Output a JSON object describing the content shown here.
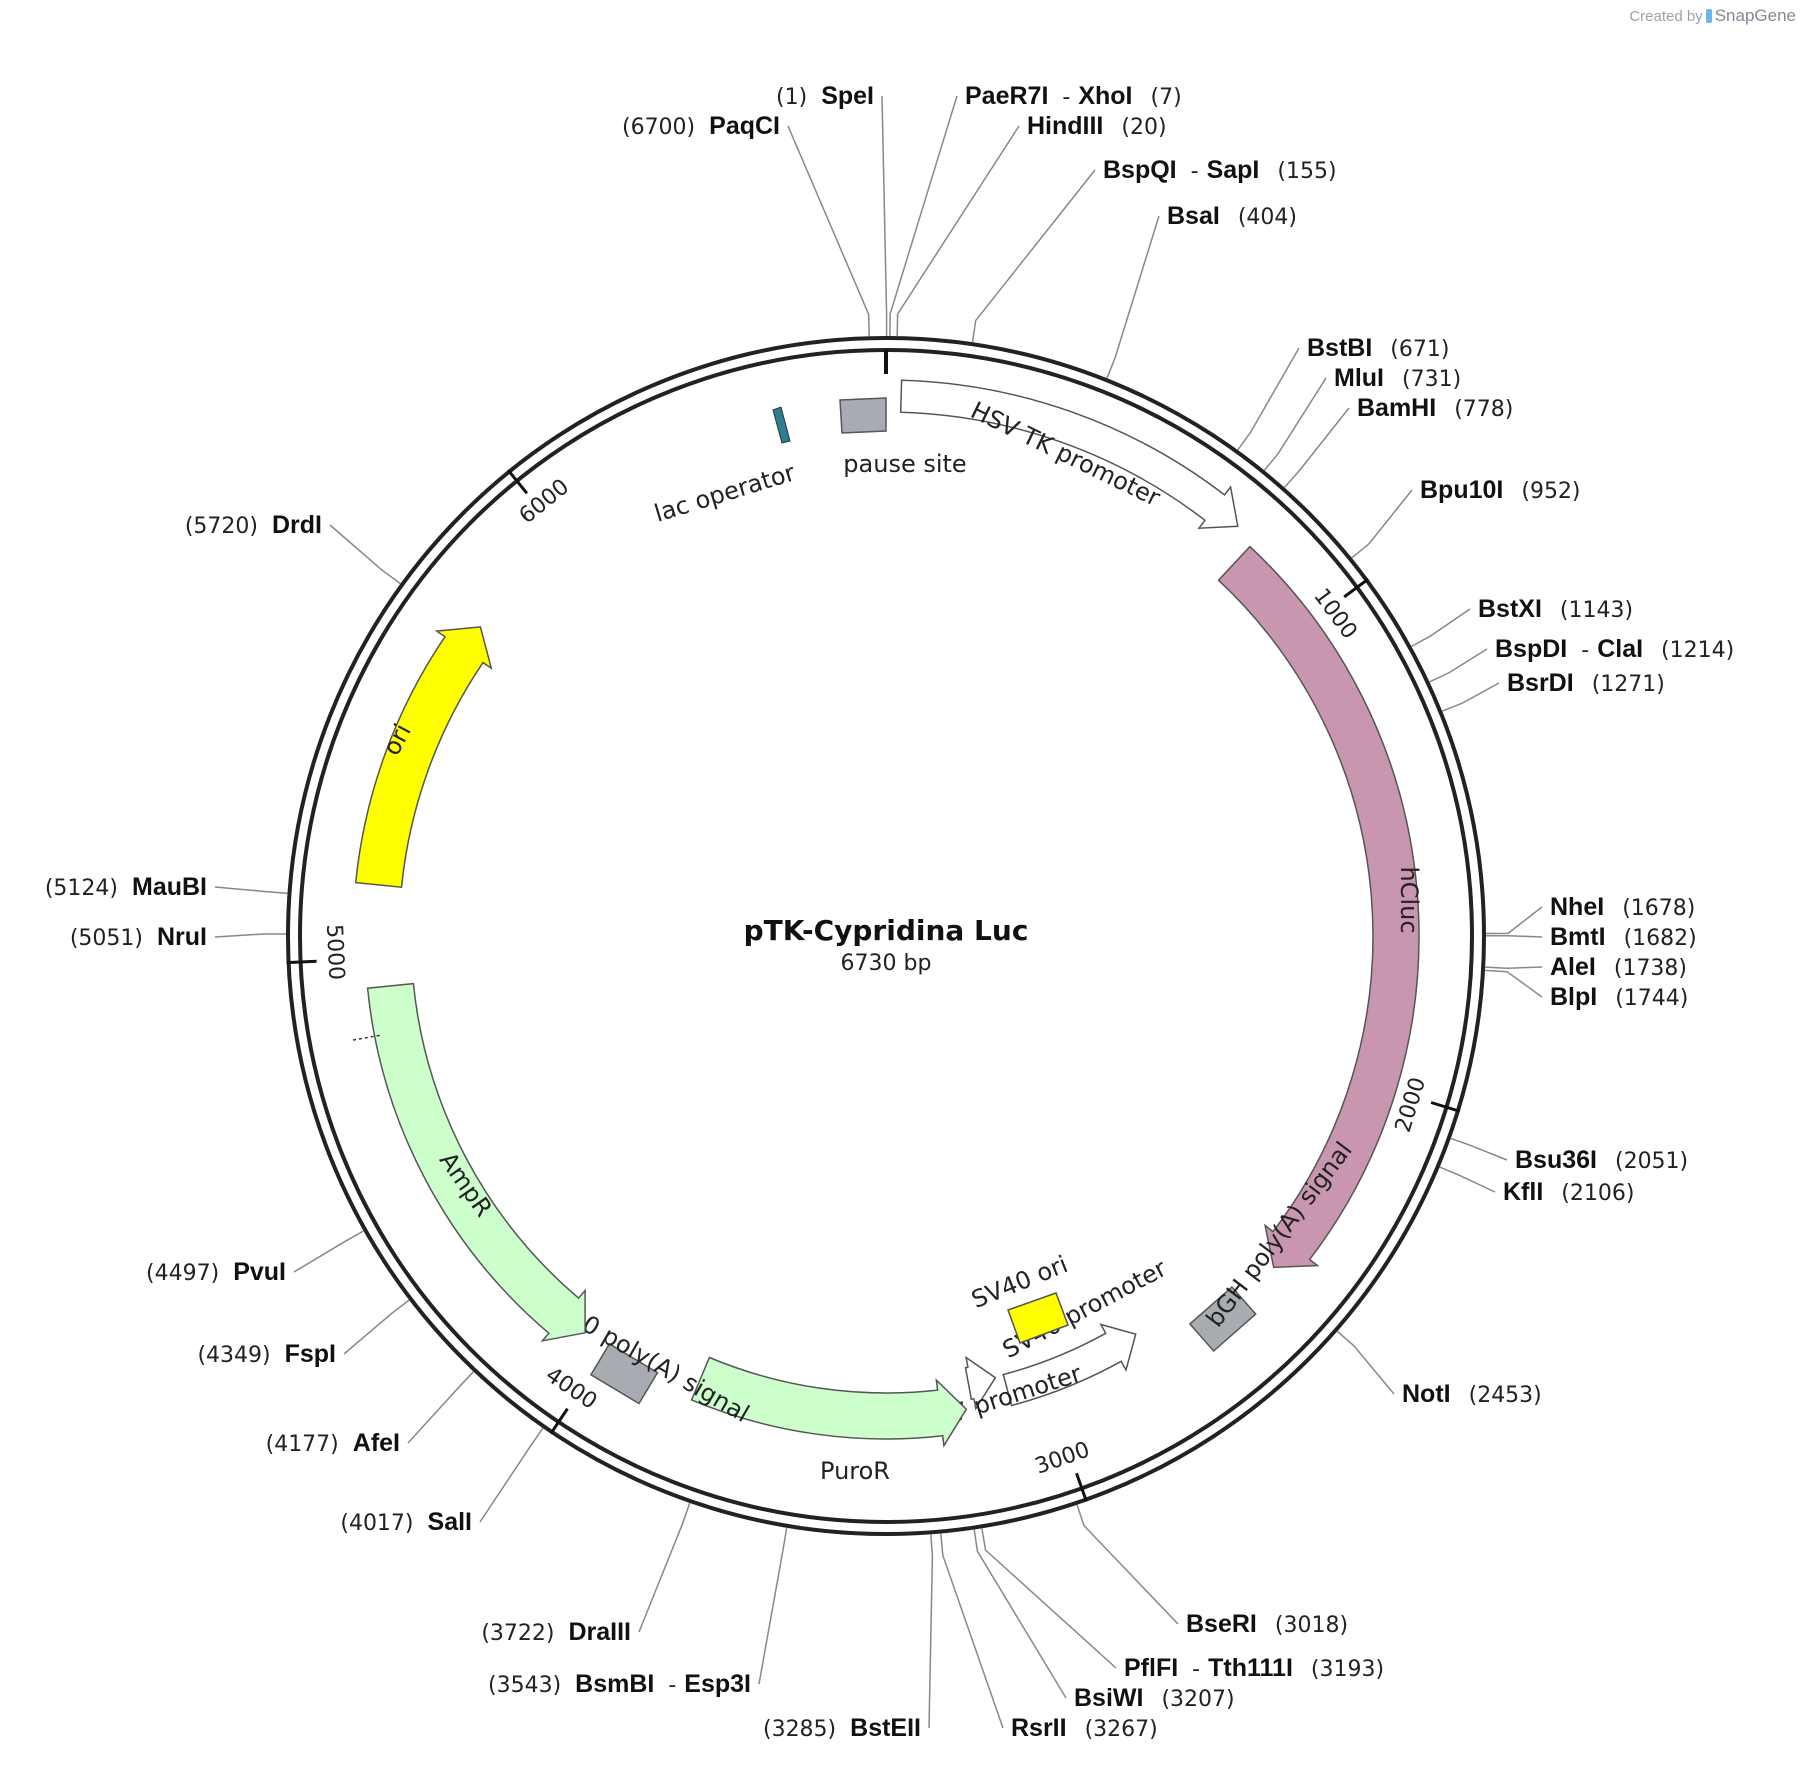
{
  "credit": {
    "prefix": "Created by",
    "brand": "SnapGene"
  },
  "plasmid": {
    "name": "pTK-Cypridina Luc",
    "size_label": "6730 bp",
    "length": 6730
  },
  "colors": {
    "backbone": "#222222",
    "hsv_tk_promoter": "#ffffff",
    "hcluc": "#c996b0",
    "ori": "#ffff00",
    "ampr": "#ccffcc",
    "puror": "#ccffcc",
    "em7_promoter": "#ffffff",
    "sv40_promoter": "#ffffff",
    "pause_site": "#a8acb2",
    "polyA": "#a8acb2",
    "sv40_ori": "#ffff00",
    "lac_operator": "#2b7f91"
  },
  "ticks": [
    {
      "pos": 1000,
      "label": "1000"
    },
    {
      "pos": 2000,
      "label": "2000"
    },
    {
      "pos": 3000,
      "label": "3000"
    },
    {
      "pos": 4000,
      "label": "4000"
    },
    {
      "pos": 5000,
      "label": "5000"
    },
    {
      "pos": 6000,
      "label": "6000"
    }
  ],
  "features": [
    {
      "name": "HSV TK promoter",
      "start": 30,
      "end": 760,
      "direction": 1,
      "type": "promoter"
    },
    {
      "name": "hCluc",
      "start": 805,
      "end": 2440,
      "direction": 1,
      "type": "cds"
    },
    {
      "name": "bGH poly(A) signal",
      "start": 2480,
      "end": 2705,
      "direction": 0,
      "type": "box"
    },
    {
      "name": "SV40 promoter",
      "start": 2765,
      "end": 3085,
      "direction": -1,
      "type": "promoter"
    },
    {
      "name": "EM7 promoter",
      "start": 3105,
      "end": 3170,
      "direction": -1,
      "type": "promoter"
    },
    {
      "name": "PuroR",
      "start": 3185,
      "end": 3790,
      "direction": -1,
      "type": "cds"
    },
    {
      "name": "SV40 ori",
      "start": 0,
      "end": 0,
      "direction": 0,
      "type": "inner"
    },
    {
      "name": "SV40 poly(A) signal",
      "start": 3880,
      "end": 4005,
      "direction": 0,
      "type": "box"
    },
    {
      "name": "AmpR",
      "start": 4060,
      "end": 4940,
      "direction": -1,
      "type": "cds"
    },
    {
      "name": "ori",
      "start": 5155,
      "end": 5745,
      "direction": 1,
      "type": "origin"
    },
    {
      "name": "lac operator",
      "start": 6600,
      "end": 6625,
      "direction": 0,
      "type": "box"
    },
    {
      "name": "pause site",
      "start": 6560,
      "end": 6720,
      "direction": 0,
      "type": "box"
    }
  ],
  "sites": [
    {
      "name": "SpeI",
      "pos_label": "(1)",
      "pos": 1,
      "anchor": "end"
    },
    {
      "name": "PaqCI",
      "pos_label": "(6700)",
      "pos": 6700,
      "anchor": "end"
    },
    {
      "name": "PaeR7I",
      "name2": "XhoI",
      "pos_label": "(7)",
      "pos": 7,
      "anchor": "start"
    },
    {
      "name": "HindIII",
      "pos_label": "(20)",
      "pos": 20,
      "anchor": "start"
    },
    {
      "name": "BspQI",
      "name2": "SapI",
      "pos_label": "(155)",
      "pos": 155,
      "anchor": "start"
    },
    {
      "name": "BsaI",
      "pos_label": "(404)",
      "pos": 404,
      "anchor": "start"
    },
    {
      "name": "BstBI",
      "pos_label": "(671)",
      "pos": 671,
      "anchor": "start"
    },
    {
      "name": "MluI",
      "pos_label": "(731)",
      "pos": 731,
      "anchor": "start"
    },
    {
      "name": "BamHI",
      "pos_label": "(778)",
      "pos": 778,
      "anchor": "start"
    },
    {
      "name": "Bpu10I",
      "pos_label": "(952)",
      "pos": 952,
      "anchor": "start"
    },
    {
      "name": "BstXI",
      "pos_label": "(1143)",
      "pos": 1143,
      "anchor": "start"
    },
    {
      "name": "BspDI",
      "name2": "ClaI",
      "pos_label": "(1214)",
      "pos": 1214,
      "anchor": "start"
    },
    {
      "name": "BsrDI",
      "pos_label": "(1271)",
      "pos": 1271,
      "anchor": "start"
    },
    {
      "name": "NheI",
      "pos_label": "(1678)",
      "pos": 1678,
      "anchor": "start"
    },
    {
      "name": "BmtI",
      "pos_label": "(1682)",
      "pos": 1682,
      "anchor": "start"
    },
    {
      "name": "AleI",
      "pos_label": "(1738)",
      "pos": 1738,
      "anchor": "start"
    },
    {
      "name": "BlpI",
      "pos_label": "(1744)",
      "pos": 1744,
      "anchor": "start"
    },
    {
      "name": "Bsu36I",
      "pos_label": "(2051)",
      "pos": 2051,
      "anchor": "start"
    },
    {
      "name": "KflI",
      "pos_label": "(2106)",
      "pos": 2106,
      "anchor": "start"
    },
    {
      "name": "NotI",
      "pos_label": "(2453)",
      "pos": 2453,
      "anchor": "start"
    },
    {
      "name": "BseRI",
      "pos_label": "(3018)",
      "pos": 3018,
      "anchor": "start"
    },
    {
      "name": "PflFI",
      "name2": "Tth111I",
      "pos_label": "(3193)",
      "pos": 3193,
      "anchor": "start"
    },
    {
      "name": "BsiWI",
      "pos_label": "(3207)",
      "pos": 3207,
      "anchor": "start"
    },
    {
      "name": "RsrII",
      "pos_label": "(3267)",
      "pos": 3267,
      "anchor": "start"
    },
    {
      "name": "BstEII",
      "pos_label": "(3285)",
      "pos": 3285,
      "anchor": "end"
    },
    {
      "name": "BsmBI",
      "name2": "Esp3I",
      "pos_label": "(3543)",
      "pos": 3543,
      "anchor": "end"
    },
    {
      "name": "DraIII",
      "pos_label": "(3722)",
      "pos": 3722,
      "anchor": "end"
    },
    {
      "name": "SalI",
      "pos_label": "(4017)",
      "pos": 4017,
      "anchor": "end"
    },
    {
      "name": "AfeI",
      "pos_label": "(4177)",
      "pos": 4177,
      "anchor": "end"
    },
    {
      "name": "FspI",
      "pos_label": "(4349)",
      "pos": 4349,
      "anchor": "end"
    },
    {
      "name": "PvuI",
      "pos_label": "(4497)",
      "pos": 4497,
      "anchor": "end"
    },
    {
      "name": "NruI",
      "pos_label": "(5051)",
      "pos": 5051,
      "anchor": "end"
    },
    {
      "name": "MauBI",
      "pos_label": "(5124)",
      "pos": 5124,
      "anchor": "end"
    },
    {
      "name": "DrdI",
      "pos_label": "(5720)",
      "pos": 5720,
      "anchor": "end"
    }
  ]
}
